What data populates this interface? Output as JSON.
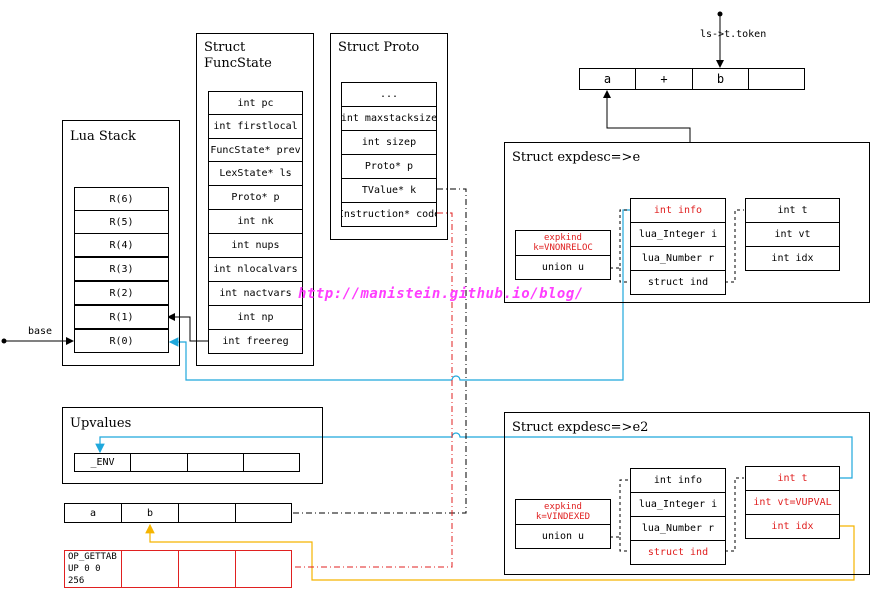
{
  "lua_stack": {
    "title": "Lua Stack",
    "registers": [
      "R(6)",
      "R(5)",
      "R(4)",
      "R(3)",
      "R(2)",
      "R(1)",
      "R(0)"
    ],
    "base_label": "base"
  },
  "funcstate": {
    "title": "Struct\nFuncState",
    "fields": [
      "int pc",
      "int firstlocal",
      "FuncState* prev",
      "LexState* ls",
      "Proto* p",
      "int nk",
      "int nups",
      "int nlocalvars",
      "int nactvars",
      "int np",
      "int freereg"
    ]
  },
  "proto": {
    "title": "Struct Proto",
    "fields": [
      "...",
      "int maxstacksize",
      "int sizep",
      "Proto* p",
      "TValue* k",
      "Instruction* code"
    ]
  },
  "token": {
    "label": "ls->t.token",
    "cells": [
      "a",
      "+",
      "b",
      ""
    ]
  },
  "expdesc_e": {
    "title": "Struct expdesc=>e",
    "kind": "expkind\nk=VNONRELOC",
    "union": "union u",
    "fields": [
      "int info",
      "lua_Integer i",
      "lua_Number r",
      "struct ind"
    ],
    "ind_fields": [
      "int t",
      "int vt",
      "int idx"
    ]
  },
  "upvalues": {
    "title": "Upvalues",
    "cells": [
      "_ENV",
      "",
      "",
      ""
    ]
  },
  "k_array": {
    "cells": [
      "a",
      "b",
      "",
      ""
    ]
  },
  "code_array": {
    "cells": [
      "OP_GETTAB\nUP 0 0 256",
      "",
      "",
      ""
    ]
  },
  "expdesc_e2": {
    "title": "Struct expdesc=>e2",
    "kind": "expkind\nk=VINDEXED",
    "union": "union u",
    "fields": [
      "int info",
      "lua_Integer i",
      "lua_Number r",
      "struct ind"
    ],
    "ind_fields": [
      "int t",
      "int vt=VUPVAL",
      "int idx"
    ]
  },
  "watermark": "http://manistein.github.io/blog/",
  "colors": {
    "red": "#e02020",
    "blue": "#1fa8dc",
    "orange": "#f5b400",
    "magenta": "#ff3dff"
  }
}
